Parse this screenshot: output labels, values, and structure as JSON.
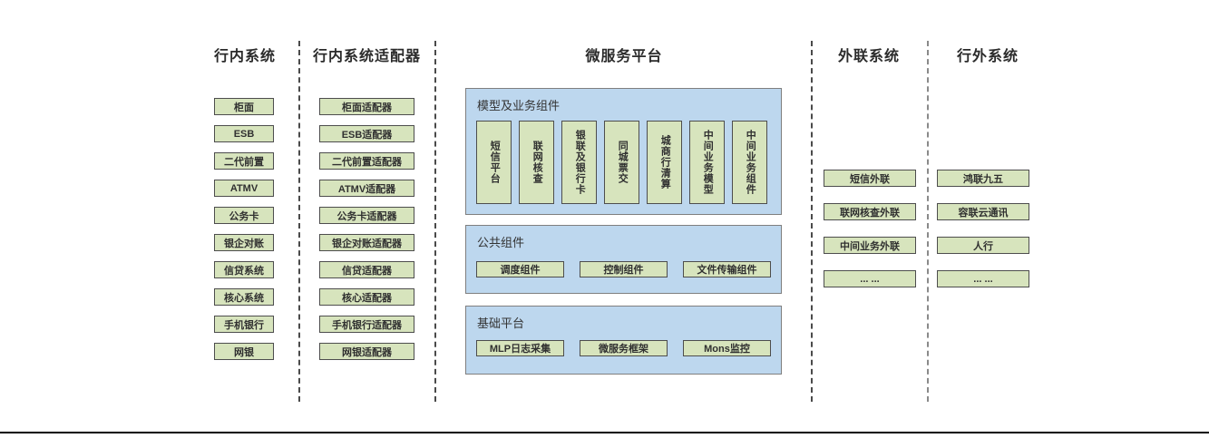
{
  "colors": {
    "node_fill": "#d7e4bd",
    "node_border": "#4d4d4d",
    "group_fill": "#bdd7ee",
    "group_border": "#7f7f7f",
    "header_text": "#2b2b2b",
    "bottom_line": "#000000"
  },
  "columns": {
    "internal": {
      "title": "行内系统",
      "items": [
        "柜面",
        "ESB",
        "二代前置",
        "ATMV",
        "公务卡",
        "银企对账",
        "信贷系统",
        "核心系统",
        "手机银行",
        "网银"
      ]
    },
    "adapters": {
      "title": "行内系统适配器",
      "items": [
        "柜面适配器",
        "ESB适配器",
        "二代前置适配器",
        "ATMV适配器",
        "公务卡适配器",
        "银企对账适配器",
        "信贷适配器",
        "核心适配器",
        "手机银行适配器",
        "网银适配器"
      ]
    },
    "microservice": {
      "title": "微服务平台",
      "groups": [
        {
          "title": "模型及业务组件",
          "orientation": "vertical",
          "items": [
            "短信平台",
            "联网核查",
            "银联及银行卡",
            "同城票交",
            "城商行清算",
            "中间业务模型",
            "中间业务组件"
          ]
        },
        {
          "title": "公共组件",
          "orientation": "horizontal",
          "items": [
            "调度组件",
            "控制组件",
            "文件传输组件"
          ]
        },
        {
          "title": "基础平台",
          "orientation": "horizontal",
          "items": [
            "MLP日志采集",
            "微服务框架",
            "Mons监控"
          ]
        }
      ]
    },
    "external_link": {
      "title": "外联系统",
      "items": [
        "短信外联",
        "联网核查外联",
        "中间业务外联",
        "... ..."
      ]
    },
    "external": {
      "title": "行外系统",
      "items": [
        "鸿联九五",
        "容联云通讯",
        "人行",
        "... ..."
      ]
    }
  }
}
